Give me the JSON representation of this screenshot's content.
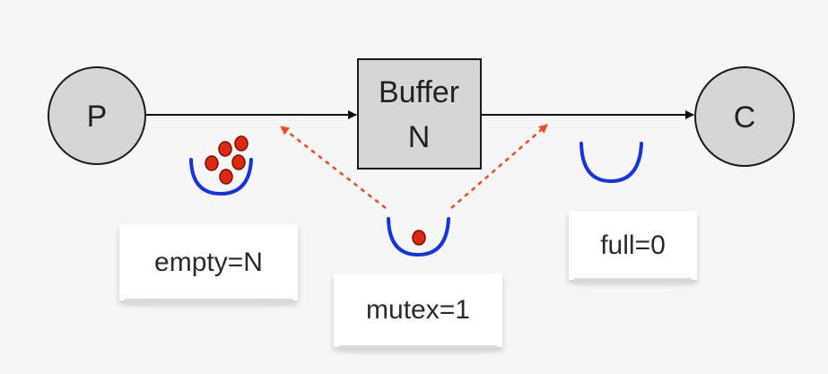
{
  "nodes": {
    "producer_label": "P",
    "consumer_label": "C",
    "buffer_title": "Buffer",
    "buffer_size": "N"
  },
  "semaphores": {
    "empty_label": "empty=N",
    "mutex_label": "mutex=1",
    "full_label": "full=0"
  },
  "colors": {
    "node_fill": "#d6d6d6",
    "arrow": "#111111",
    "semaphore_bowl": "#1533e0",
    "token": "#dd2a10",
    "dashed_arrow": "#f04a2a"
  }
}
